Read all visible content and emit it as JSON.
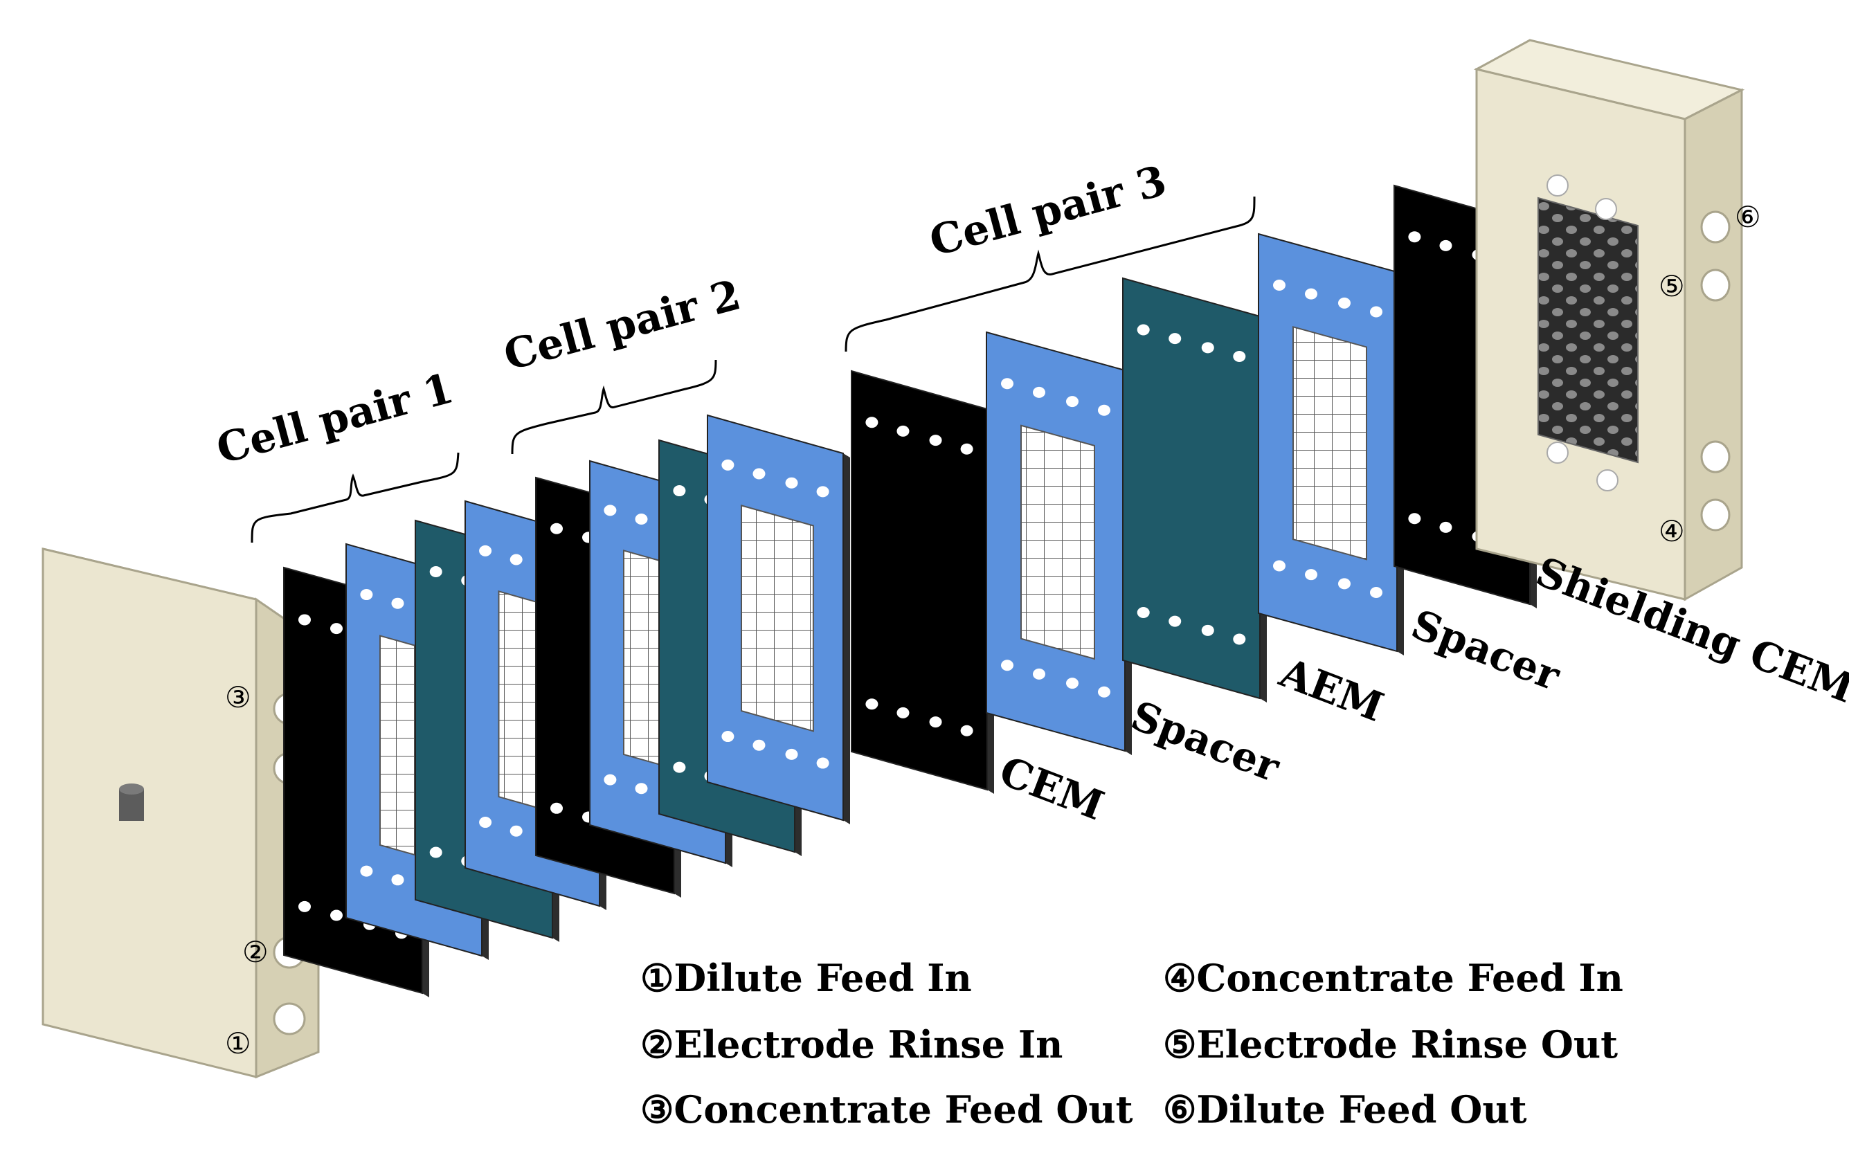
{
  "groups": [
    {
      "label": "Cell pair 1"
    },
    {
      "label": "Cell pair 2"
    },
    {
      "label": "Cell pair 3"
    }
  ],
  "components": {
    "cem": "CEM",
    "spacer_1": "Spacer",
    "aem": "AEM",
    "spacer_2": "Spacer",
    "shielding_cem": "Shielding CEM"
  },
  "ports_left": {
    "p3": "③",
    "p2": "②",
    "p1": "①"
  },
  "ports_right": {
    "p6": "⑥",
    "p5": "⑤",
    "p4": "④"
  },
  "legend": [
    {
      "num": "①",
      "text": "Dilute Feed  In"
    },
    {
      "num": "②",
      "text": "Electrode Rinse In"
    },
    {
      "num": "③",
      "text": "Concentrate Feed  Out"
    },
    {
      "num": "④",
      "text": "Concentrate Feed  In"
    },
    {
      "num": "⑤",
      "text": "Electrode Rinse Out"
    },
    {
      "num": "⑥",
      "text": "Dilute Feed  Out"
    }
  ],
  "colors": {
    "end_plate": "#ebe6d0",
    "end_plate_side": "#d6d0b4",
    "cem": "#000000",
    "spacer": "#5b91dd",
    "aem": "#1f5a69",
    "edge": "#2d2d2d"
  }
}
